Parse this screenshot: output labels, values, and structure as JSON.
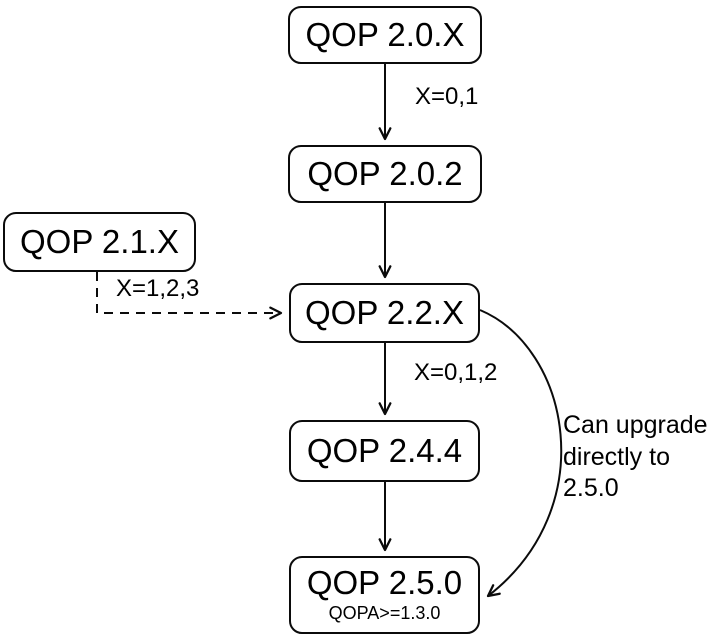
{
  "diagram": {
    "type": "flowchart",
    "background_color": "#ffffff",
    "stroke_color": "#000000",
    "text_color": "#000000",
    "nodes": [
      {
        "id": "qop-2.0.x",
        "label": "QOP 2.0.X"
      },
      {
        "id": "qop-2.0.2",
        "label": "QOP 2.0.2"
      },
      {
        "id": "qop-2.1.x",
        "label": "QOP 2.1.X"
      },
      {
        "id": "qop-2.2.x",
        "label": "QOP 2.2.X"
      },
      {
        "id": "qop-2.4.4",
        "label": "QOP 2.4.4"
      },
      {
        "id": "qop-2.5.0",
        "label": "QOP 2.5.0",
        "sublabel": "QOPA>=1.3.0"
      }
    ],
    "edges": [
      {
        "from": "QOP 2.0.X",
        "to": "QOP 2.0.2",
        "label": "X=0,1",
        "style": "solid-arrow"
      },
      {
        "from": "QOP 2.0.2",
        "to": "QOP 2.2.X",
        "label": "",
        "style": "solid-arrow"
      },
      {
        "from": "QOP 2.1.X",
        "to": "QOP 2.2.X",
        "label": "X=1,2,3",
        "style": "dashed-arrow"
      },
      {
        "from": "QOP 2.2.X",
        "to": "QOP 2.4.4",
        "label": "X=0,1,2",
        "style": "solid-arrow"
      },
      {
        "from": "QOP 2.4.4",
        "to": "QOP 2.5.0",
        "label": "",
        "style": "solid-arrow"
      },
      {
        "from": "QOP 2.2.X",
        "to": "QOP 2.5.0",
        "label": "Can upgrade directly to 2.5.0",
        "style": "curved-arrow"
      }
    ]
  }
}
